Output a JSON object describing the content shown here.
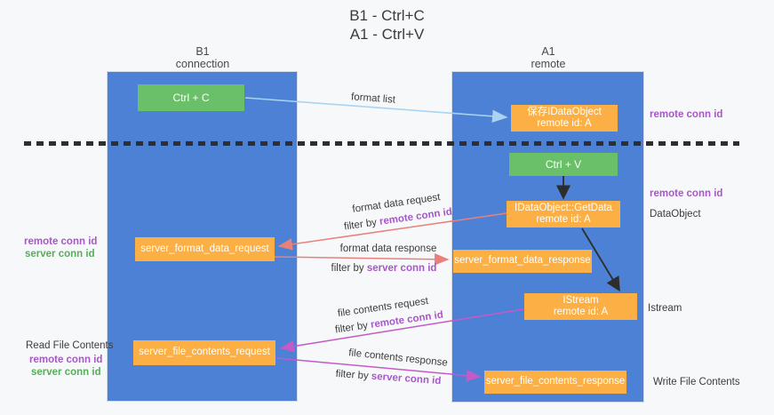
{
  "title": {
    "line1": "B1 - Ctrl+C",
    "line2": "A1 - Ctrl+V"
  },
  "colors": {
    "column_blue": "#4c81d6",
    "box_green": "#6abf69",
    "box_orange": "#fbaf44",
    "arrow_lightblue": "#a9d3f0",
    "arrow_salmon": "#e8817c",
    "arrow_magenta": "#c45ac8",
    "arrow_black": "#2d2d2d",
    "label_purple": "#a857c8",
    "label_green": "#56ad5a"
  },
  "columns": {
    "left": {
      "title": "B1",
      "subtitle": "connection"
    },
    "right": {
      "title": "A1",
      "subtitle": "remote"
    }
  },
  "nodes": {
    "ctrl_c": "Ctrl + C",
    "ctrl_v": "Ctrl + V",
    "saved_dataobject": {
      "line1": "保存IDataObject",
      "line2": "remote id: A"
    },
    "getdata": {
      "line1": "IDataObject::GetData",
      "line2": "remote id: A"
    },
    "istream": {
      "line1": "IStream",
      "line2": "remote id: A"
    },
    "server_format_data_request": "server_format_data_request",
    "server_format_data_response": "server_format_data_response",
    "server_file_contents_request": "server_file_contents_request",
    "server_file_contents_response": "server_file_contents_response"
  },
  "flows": {
    "format_list": "format list",
    "format_data_request": {
      "label": "format data request",
      "filter_prefix": "filter by ",
      "filter_value": "remote conn id"
    },
    "format_data_response": {
      "label": "format data response",
      "filter_prefix": "filter by ",
      "filter_value": "server conn id"
    },
    "file_contents_request": {
      "label": "file contents request",
      "filter_prefix": "filter by ",
      "filter_value": "remote conn id"
    },
    "file_contents_response": {
      "label": "file contents response",
      "filter_prefix": "filter by ",
      "filter_value": "server conn id"
    }
  },
  "annotations": {
    "right_remote_conn_top": "remote conn id",
    "right_remote_conn_mid": "remote conn id",
    "right_dataobject": "DataObject",
    "right_istream": "Istream",
    "right_write_file": "Write File Contents",
    "left_remote_conn_1": "remote conn id",
    "left_server_conn_1": "server conn id",
    "left_read_file": "Read File Contents",
    "left_remote_conn_2": "remote conn id",
    "left_server_conn_2": "server conn id"
  }
}
